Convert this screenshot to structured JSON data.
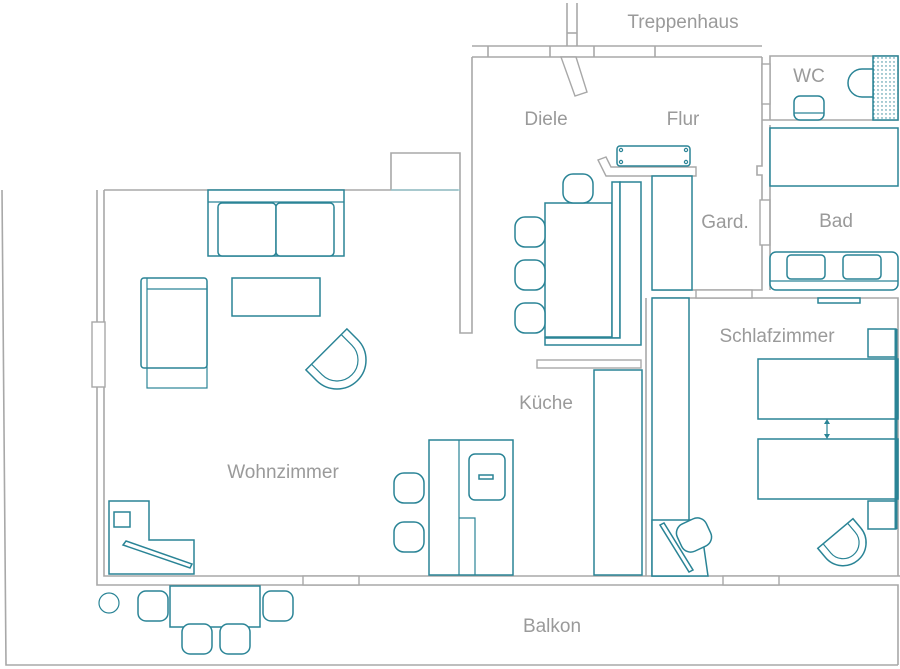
{
  "plan": {
    "title": "Wohnungsgrundriss",
    "accent_color": "#2a8496",
    "wall_color": "#a8a8a8",
    "label_color": "#9a9a9a",
    "rooms": {
      "treppenhaus": "Treppenhaus",
      "diele": "Diele",
      "flur": "Flur",
      "wc": "WC",
      "garderobe": "Gard.",
      "bad": "Bad",
      "schlafzimmer": "Schlafzimmer",
      "kueche": "Küche",
      "wohnzimmer": "Wohnzimmer",
      "balkon": "Balkon"
    }
  }
}
